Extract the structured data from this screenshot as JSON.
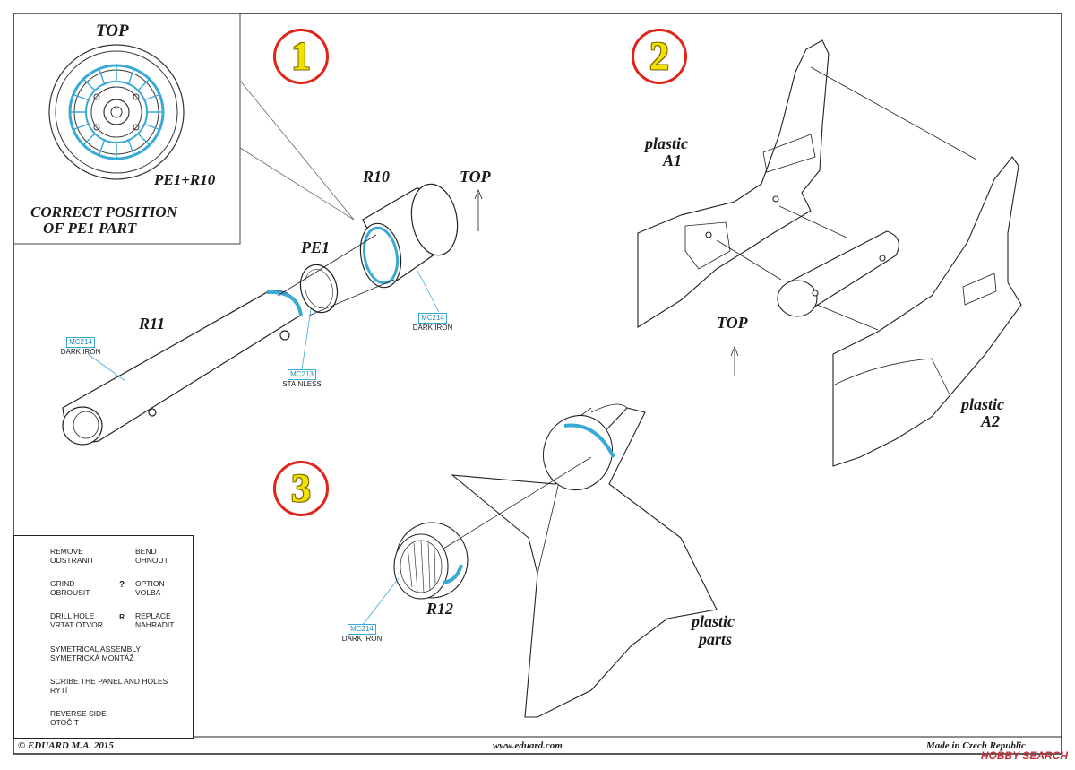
{
  "inset": {
    "title": "TOP",
    "part_label": "PE1+R10",
    "caption_line1": "CORRECT POSITION",
    "caption_line2": "OF PE1 PART"
  },
  "steps": [
    {
      "number": "1"
    },
    {
      "number": "2"
    },
    {
      "number": "3"
    }
  ],
  "step1": {
    "r10": "R10",
    "top": "TOP",
    "pe1": "PE1",
    "r11": "R11",
    "paint_r11": {
      "code": "MC214",
      "name": "DARK IRON"
    },
    "paint_r10": {
      "code": "MC214",
      "name": "DARK IRON"
    },
    "paint_pe1": {
      "code": "MC213",
      "name": "STAINLESS"
    }
  },
  "step2": {
    "a1_line1": "plastic",
    "a1_line2": "A1",
    "top": "TOP",
    "a2_line1": "plastic",
    "a2_line2": "A2"
  },
  "step3": {
    "r12": "R12",
    "paint_r12": {
      "code": "MC214",
      "name": "DARK IRON"
    },
    "parts_line1": "plastic",
    "parts_line2": "parts"
  },
  "legend": [
    {
      "icon": "remove-icon",
      "line1": "REMOVE",
      "line2": "ODSTRANIT"
    },
    {
      "icon": "bend-icon",
      "line1": "BEND",
      "line2": "OHNOUT"
    },
    {
      "icon": "grind-icon",
      "line1": "GRIND",
      "line2": "OBROUSIT"
    },
    {
      "icon": "option-icon",
      "line1": "OPTION",
      "line2": "VOLBA"
    },
    {
      "icon": "drill-hole-icon",
      "line1": "DRILL HOLE",
      "line2": "VRTAT OTVOR"
    },
    {
      "icon": "replace-icon",
      "line1": "REPLACE",
      "line2": "NAHRADIT"
    },
    {
      "icon": "symmetrical-icon",
      "line1": "SYMETRICAL ASSEMBLY",
      "line2": "SYMETRICKÁ MONTÁŽ"
    },
    {
      "icon": "scribe-icon",
      "line1": "SCRIBE THE PANEL AND HOLES",
      "line2": "RYTÍ"
    },
    {
      "icon": "reverse-side-icon",
      "line1": "REVERSE SIDE",
      "line2": "OTOČIT"
    }
  ],
  "footer": {
    "copyright": "© EDUARD  M.A. 2015",
    "website": "www.eduard.com",
    "made_in": "Made in Czech Republic"
  },
  "watermark": "HOBBY SEARCH",
  "colors": {
    "accent_blue": "#39a9d6",
    "step_circle": "#e2231a",
    "step_digit": "#f2e000"
  }
}
